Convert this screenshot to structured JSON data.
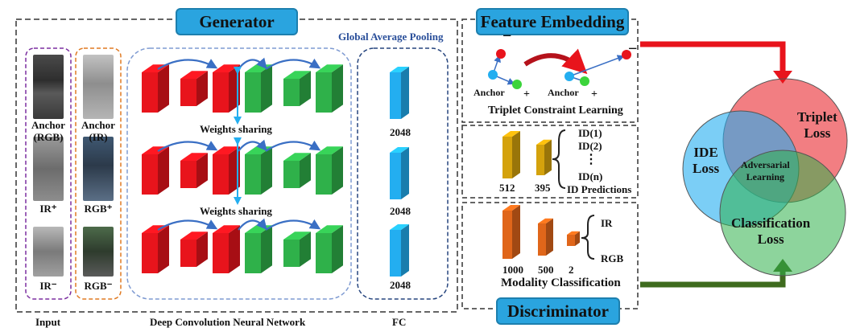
{
  "generator": {
    "title": "Generator",
    "gap_label": "Global Average Pooling",
    "weights_sharing": [
      "Weights sharing",
      "Weights sharing"
    ],
    "dcnn_label": "Deep Convolution Neural Network",
    "fc_label": "FC",
    "fc_dims": [
      "2048",
      "2048",
      "2048"
    ]
  },
  "input": {
    "label": "Input",
    "col1": [
      "Anchor\n(RGB)",
      "IR⁺",
      "IR⁻"
    ],
    "col2": [
      "Anchor\n(IR)",
      "RGB⁺",
      "RGB⁻"
    ]
  },
  "feature_embedding": {
    "title": "Feature Embedding",
    "triplet_label": "Triplet Constraint Learning",
    "anchor": "Anchor",
    "minus": "−",
    "plus": "+",
    "id_dims": [
      "512",
      "395"
    ],
    "id_list": [
      "ID(1)",
      "ID(2)",
      "⋮",
      "ID(n)"
    ],
    "id_predictions": "ID Predictions"
  },
  "discriminator": {
    "title": "Discriminator",
    "dims": [
      "1000",
      "500",
      "2"
    ],
    "outputs": [
      "IR",
      "RGB"
    ],
    "label": "Modality Classification"
  },
  "venn": {
    "triplet": "Triplet\nLoss",
    "ide": "IDE\nLoss",
    "center": "Adversarial\nLearning",
    "classification": "Classification\nLoss"
  },
  "colors": {
    "title_bg": "#2aa4df",
    "red": "#e8141c",
    "green": "#2fb14a",
    "blue": "#23aef0",
    "gold": "#d4a20c",
    "orange": "#e0661a",
    "arrow_red": "#e8141c",
    "arrow_green": "#3e6b1e"
  }
}
